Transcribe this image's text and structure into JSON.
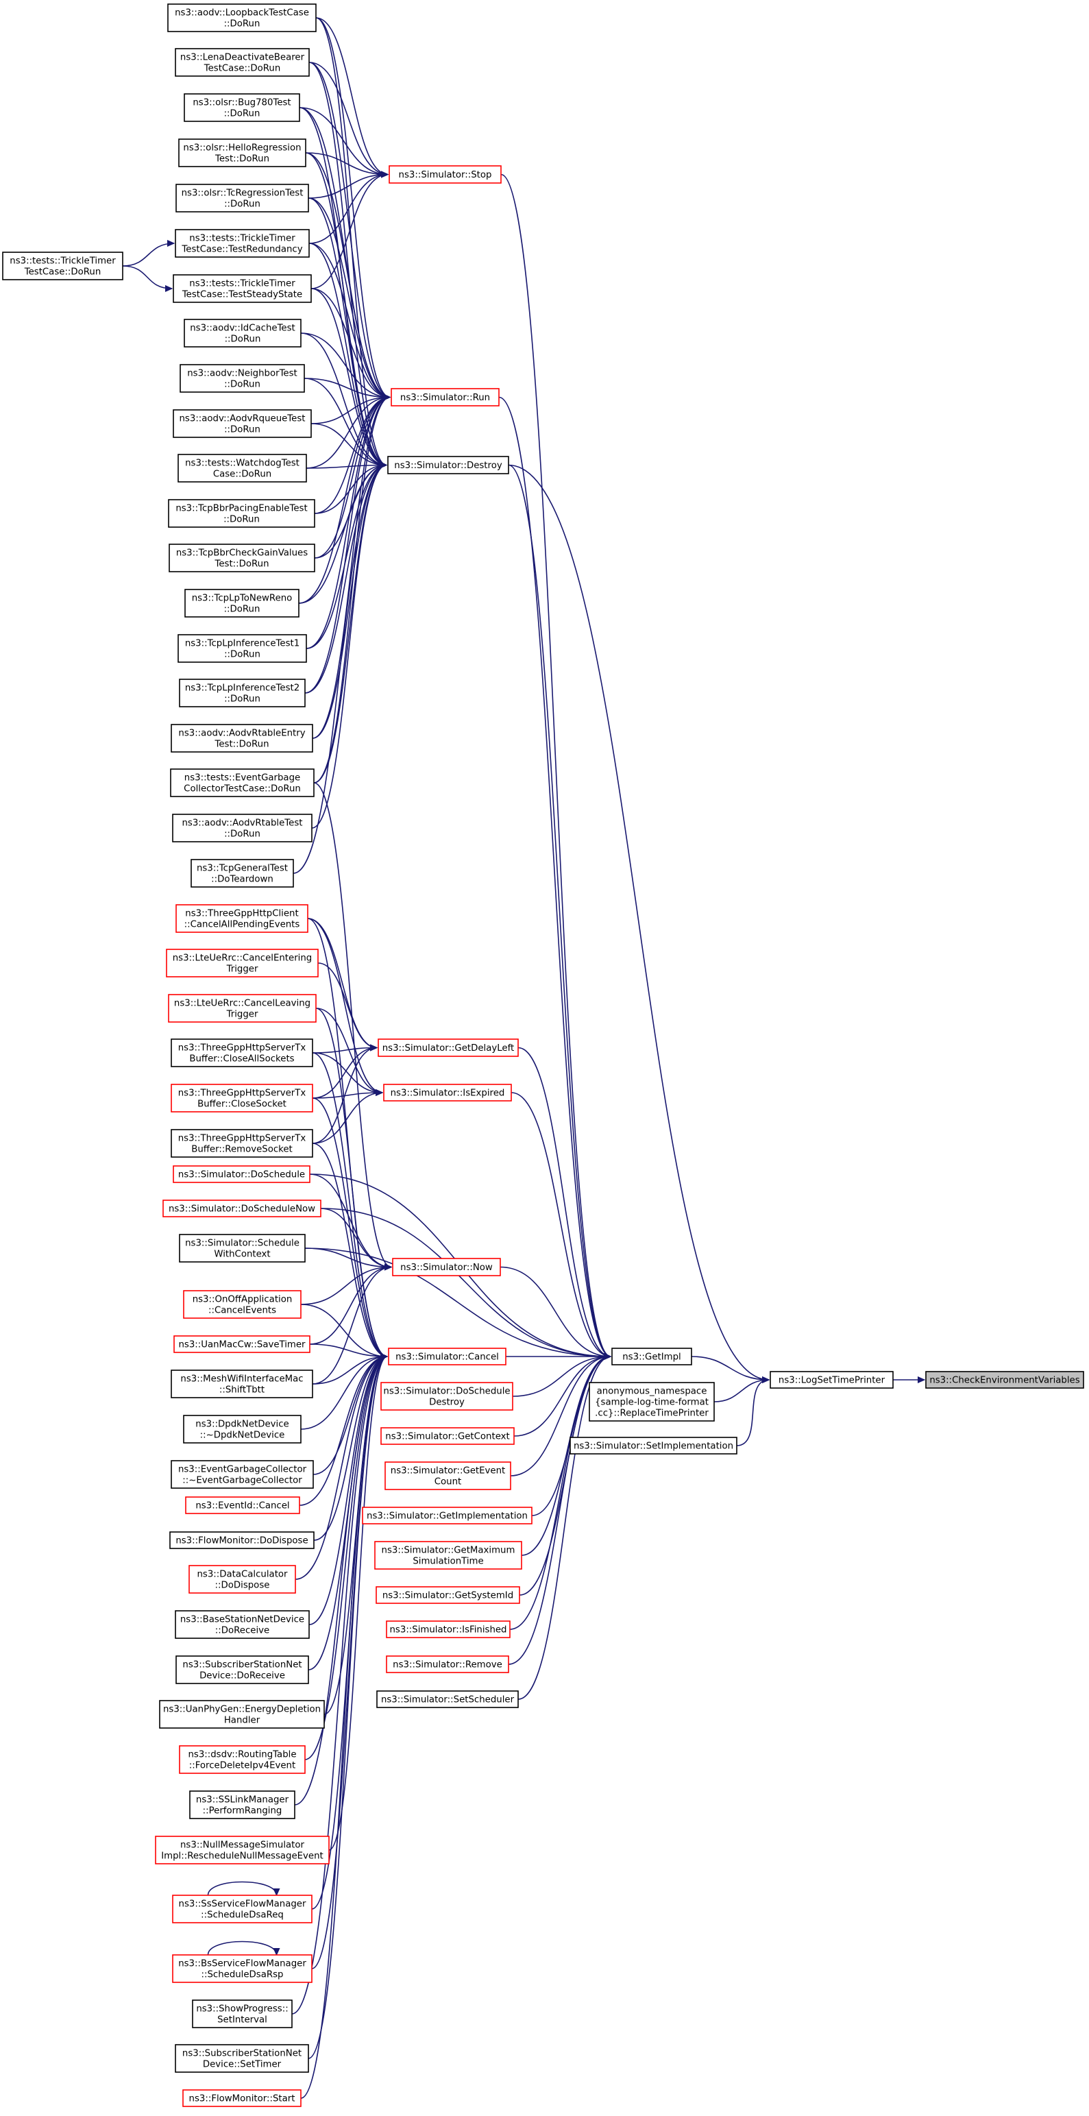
{
  "colors": {
    "edge": "#191970",
    "node_border": "#000000",
    "node_border_incomplete": "#ff0000",
    "root_fill": "#bfbfbf"
  },
  "nodes": [
    {
      "id": "check_env",
      "lines": [
        "ns3::CheckEnvironmentVariables"
      ],
      "style": "root"
    },
    {
      "id": "log_set_time_printer",
      "lines": [
        "ns3::LogSetTimePrinter"
      ],
      "style": "black"
    },
    {
      "id": "get_impl",
      "lines": [
        "ns3::GetImpl"
      ],
      "style": "black"
    },
    {
      "id": "replace_time_printer",
      "lines": [
        "anonymous_namespace",
        "{sample-log-time-format",
        ".cc}::ReplaceTimePrinter"
      ],
      "style": "black"
    },
    {
      "id": "set_implementation",
      "lines": [
        "ns3::Simulator::SetImplementation"
      ],
      "style": "black"
    },
    {
      "id": "sim_stop",
      "lines": [
        "ns3::Simulator::Stop"
      ],
      "style": "red"
    },
    {
      "id": "sim_run",
      "lines": [
        "ns3::Simulator::Run"
      ],
      "style": "red"
    },
    {
      "id": "sim_destroy",
      "lines": [
        "ns3::Simulator::Destroy"
      ],
      "style": "black"
    },
    {
      "id": "sim_get_delay_left",
      "lines": [
        "ns3::Simulator::GetDelayLeft"
      ],
      "style": "red"
    },
    {
      "id": "sim_is_expired",
      "lines": [
        "ns3::Simulator::IsExpired"
      ],
      "style": "red"
    },
    {
      "id": "sim_now",
      "lines": [
        "ns3::Simulator::Now"
      ],
      "style": "red"
    },
    {
      "id": "sim_cancel",
      "lines": [
        "ns3::Simulator::Cancel"
      ],
      "style": "red"
    },
    {
      "id": "sim_do_schedule_destroy",
      "lines": [
        "ns3::Simulator::DoSchedule",
        "Destroy"
      ],
      "style": "red"
    },
    {
      "id": "sim_get_context",
      "lines": [
        "ns3::Simulator::GetContext"
      ],
      "style": "red"
    },
    {
      "id": "sim_get_event_count",
      "lines": [
        "ns3::Simulator::GetEvent",
        "Count"
      ],
      "style": "red"
    },
    {
      "id": "sim_get_implementation",
      "lines": [
        "ns3::Simulator::GetImplementation"
      ],
      "style": "red"
    },
    {
      "id": "sim_get_max_sim_time",
      "lines": [
        "ns3::Simulator::GetMaximum",
        "SimulationTime"
      ],
      "style": "red"
    },
    {
      "id": "sim_get_system_id",
      "lines": [
        "ns3::Simulator::GetSystemId"
      ],
      "style": "red"
    },
    {
      "id": "sim_is_finished",
      "lines": [
        "ns3::Simulator::IsFinished"
      ],
      "style": "red"
    },
    {
      "id": "sim_remove",
      "lines": [
        "ns3::Simulator::Remove"
      ],
      "style": "red"
    },
    {
      "id": "sim_set_scheduler",
      "lines": [
        "ns3::Simulator::SetScheduler"
      ],
      "style": "black"
    },
    {
      "id": "sim_do_schedule",
      "lines": [
        "ns3::Simulator::DoSchedule"
      ],
      "style": "red"
    },
    {
      "id": "sim_do_schedule_now",
      "lines": [
        "ns3::Simulator::DoScheduleNow"
      ],
      "style": "red"
    },
    {
      "id": "sim_schedule_with_context",
      "lines": [
        "ns3::Simulator::Schedule",
        "WithContext"
      ],
      "style": "black"
    },
    {
      "id": "aodv_loopback",
      "lines": [
        "ns3::aodv::LoopbackTestCase",
        "::DoRun"
      ],
      "style": "black"
    },
    {
      "id": "lena_deactivate",
      "lines": [
        "ns3::LenaDeactivateBearer",
        "TestCase::DoRun"
      ],
      "style": "black"
    },
    {
      "id": "olsr_bug780",
      "lines": [
        "ns3::olsr::Bug780Test",
        "::DoRun"
      ],
      "style": "black"
    },
    {
      "id": "olsr_hello",
      "lines": [
        "ns3::olsr::HelloRegression",
        "Test::DoRun"
      ],
      "style": "black"
    },
    {
      "id": "olsr_tc",
      "lines": [
        "ns3::olsr::TcRegressionTest",
        "::DoRun"
      ],
      "style": "black"
    },
    {
      "id": "trickle_redundancy",
      "lines": [
        "ns3::tests::TrickleTimer",
        "TestCase::TestRedundancy"
      ],
      "style": "black"
    },
    {
      "id": "trickle_steady",
      "lines": [
        "ns3::tests::TrickleTimer",
        "TestCase::TestSteadyState"
      ],
      "style": "black"
    },
    {
      "id": "trickle_dorun",
      "lines": [
        "ns3::tests::TrickleTimer",
        "TestCase::DoRun"
      ],
      "style": "black"
    },
    {
      "id": "aodv_idcache",
      "lines": [
        "ns3::aodv::IdCacheTest",
        "::DoRun"
      ],
      "style": "black"
    },
    {
      "id": "aodv_neighbor",
      "lines": [
        "ns3::aodv::NeighborTest",
        "::DoRun"
      ],
      "style": "black"
    },
    {
      "id": "aodv_rqueue",
      "lines": [
        "ns3::aodv::AodvRqueueTest",
        "::DoRun"
      ],
      "style": "black"
    },
    {
      "id": "watchdog",
      "lines": [
        "ns3::tests::WatchdogTest",
        "Case::DoRun"
      ],
      "style": "black"
    },
    {
      "id": "tcp_bbr_pacing",
      "lines": [
        "ns3::TcpBbrPacingEnableTest",
        "::DoRun"
      ],
      "style": "black"
    },
    {
      "id": "tcp_bbr_gain",
      "lines": [
        "ns3::TcpBbrCheckGainValues",
        "Test::DoRun"
      ],
      "style": "black"
    },
    {
      "id": "tcp_lp_newreno",
      "lines": [
        "ns3::TcpLpToNewReno",
        "::DoRun"
      ],
      "style": "black"
    },
    {
      "id": "tcp_lp_inf1",
      "lines": [
        "ns3::TcpLpInferenceTest1",
        "::DoRun"
      ],
      "style": "black"
    },
    {
      "id": "tcp_lp_inf2",
      "lines": [
        "ns3::TcpLpInferenceTest2",
        "::DoRun"
      ],
      "style": "black"
    },
    {
      "id": "aodv_rtable_entry",
      "lines": [
        "ns3::aodv::AodvRtableEntry",
        "Test::DoRun"
      ],
      "style": "black"
    },
    {
      "id": "event_garbage_test",
      "lines": [
        "ns3::tests::EventGarbage",
        "CollectorTestCase::DoRun"
      ],
      "style": "black"
    },
    {
      "id": "aodv_rtable_test",
      "lines": [
        "ns3::aodv::AodvRtableTest",
        "::DoRun"
      ],
      "style": "black"
    },
    {
      "id": "tcp_general_teardown",
      "lines": [
        "ns3::TcpGeneralTest",
        "::DoTeardown"
      ],
      "style": "black"
    },
    {
      "id": "http_client_cancel",
      "lines": [
        "ns3::ThreeGppHttpClient",
        "::CancelAllPendingEvents"
      ],
      "style": "red"
    },
    {
      "id": "lte_cancel_entering",
      "lines": [
        "ns3::LteUeRrc::CancelEntering",
        "Trigger"
      ],
      "style": "red"
    },
    {
      "id": "lte_cancel_leaving",
      "lines": [
        "ns3::LteUeRrc::CancelLeaving",
        "Trigger"
      ],
      "style": "red"
    },
    {
      "id": "http_close_all",
      "lines": [
        "ns3::ThreeGppHttpServerTx",
        "Buffer::CloseAllSockets"
      ],
      "style": "black"
    },
    {
      "id": "http_close_socket",
      "lines": [
        "ns3::ThreeGppHttpServerTx",
        "Buffer::CloseSocket"
      ],
      "style": "red"
    },
    {
      "id": "http_remove_socket",
      "lines": [
        "ns3::ThreeGppHttpServerTx",
        "Buffer::RemoveSocket"
      ],
      "style": "black"
    },
    {
      "id": "onoff_cancel",
      "lines": [
        "ns3::OnOffApplication",
        "::CancelEvents"
      ],
      "style": "red"
    },
    {
      "id": "uan_save_timer",
      "lines": [
        "ns3::UanMacCw::SaveTimer"
      ],
      "style": "red"
    },
    {
      "id": "mesh_shift",
      "lines": [
        "ns3::MeshWifiInterfaceMac",
        "::ShiftTbtt"
      ],
      "style": "black"
    },
    {
      "id": "dpdk_dtor",
      "lines": [
        "ns3::DpdkNetDevice",
        "::~DpdkNetDevice"
      ],
      "style": "black"
    },
    {
      "id": "event_gc_dtor",
      "lines": [
        "ns3::EventGarbageCollector",
        "::~EventGarbageCollector"
      ],
      "style": "black"
    },
    {
      "id": "eventid_cancel",
      "lines": [
        "ns3::EventId::Cancel"
      ],
      "style": "red"
    },
    {
      "id": "flowmon_dispose",
      "lines": [
        "ns3::FlowMonitor::DoDispose"
      ],
      "style": "black"
    },
    {
      "id": "datacalc_dispose",
      "lines": [
        "ns3::DataCalculator",
        "::DoDispose"
      ],
      "style": "red"
    },
    {
      "id": "bs_receive",
      "lines": [
        "ns3::BaseStationNetDevice",
        "::DoReceive"
      ],
      "style": "black"
    },
    {
      "id": "ss_receive",
      "lines": [
        "ns3::SubscriberStationNet",
        "Device::DoReceive"
      ],
      "style": "black"
    },
    {
      "id": "uan_energy",
      "lines": [
        "ns3::UanPhyGen::EnergyDepletion",
        "Handler"
      ],
      "style": "black"
    },
    {
      "id": "dsdv_force",
      "lines": [
        "ns3::dsdv::RoutingTable",
        "::ForceDeleteIpv4Event"
      ],
      "style": "red"
    },
    {
      "id": "sslink_ranging",
      "lines": [
        "ns3::SSLinkManager",
        "::PerformRanging"
      ],
      "style": "black"
    },
    {
      "id": "nullmsg_resched",
      "lines": [
        "ns3::NullMessageSimulator",
        "Impl::RescheduleNullMessageEvent"
      ],
      "style": "red"
    },
    {
      "id": "ss_dsa_req",
      "lines": [
        "ns3::SsServiceFlowManager",
        "::ScheduleDsaReq"
      ],
      "style": "red"
    },
    {
      "id": "bs_dsa_rsp",
      "lines": [
        "ns3::BsServiceFlowManager",
        "::ScheduleDsaRsp"
      ],
      "style": "red"
    },
    {
      "id": "show_progress",
      "lines": [
        "ns3::ShowProgress::",
        "SetInterval"
      ],
      "style": "black"
    },
    {
      "id": "ss_set_timer",
      "lines": [
        "ns3::SubscriberStationNet",
        "Device::SetTimer"
      ],
      "style": "black"
    },
    {
      "id": "flowmon_start",
      "lines": [
        "ns3::FlowMonitor::Start"
      ],
      "style": "red"
    }
  ],
  "edges": [
    [
      "log_set_time_printer",
      "check_env"
    ],
    [
      "get_impl",
      "log_set_time_printer"
    ],
    [
      "replace_time_printer",
      "log_set_time_printer"
    ],
    [
      "set_implementation",
      "log_set_time_printer"
    ],
    [
      "sim_destroy",
      "log_set_time_printer"
    ],
    [
      "sim_stop",
      "get_impl"
    ],
    [
      "sim_run",
      "get_impl"
    ],
    [
      "sim_destroy",
      "get_impl"
    ],
    [
      "sim_get_delay_left",
      "get_impl"
    ],
    [
      "sim_is_expired",
      "get_impl"
    ],
    [
      "sim_do_schedule",
      "get_impl"
    ],
    [
      "sim_do_schedule_now",
      "get_impl"
    ],
    [
      "sim_now",
      "get_impl"
    ],
    [
      "sim_schedule_with_context",
      "get_impl"
    ],
    [
      "sim_cancel",
      "get_impl"
    ],
    [
      "sim_do_schedule_destroy",
      "get_impl"
    ],
    [
      "sim_get_context",
      "get_impl"
    ],
    [
      "sim_get_event_count",
      "get_impl"
    ],
    [
      "sim_get_implementation",
      "get_impl"
    ],
    [
      "sim_get_max_sim_time",
      "get_impl"
    ],
    [
      "sim_get_system_id",
      "get_impl"
    ],
    [
      "sim_is_finished",
      "get_impl"
    ],
    [
      "sim_remove",
      "get_impl"
    ],
    [
      "sim_set_scheduler",
      "get_impl"
    ],
    [
      "aodv_loopback",
      "sim_stop"
    ],
    [
      "aodv_loopback",
      "sim_run"
    ],
    [
      "aodv_loopback",
      "sim_destroy"
    ],
    [
      "lena_deactivate",
      "sim_stop"
    ],
    [
      "lena_deactivate",
      "sim_run"
    ],
    [
      "lena_deactivate",
      "sim_destroy"
    ],
    [
      "olsr_bug780",
      "sim_stop"
    ],
    [
      "olsr_bug780",
      "sim_run"
    ],
    [
      "olsr_bug780",
      "sim_destroy"
    ],
    [
      "olsr_hello",
      "sim_stop"
    ],
    [
      "olsr_hello",
      "sim_run"
    ],
    [
      "olsr_hello",
      "sim_destroy"
    ],
    [
      "olsr_tc",
      "sim_stop"
    ],
    [
      "olsr_tc",
      "sim_run"
    ],
    [
      "olsr_tc",
      "sim_destroy"
    ],
    [
      "trickle_redundancy",
      "sim_stop"
    ],
    [
      "trickle_redundancy",
      "sim_run"
    ],
    [
      "trickle_redundancy",
      "sim_destroy"
    ],
    [
      "trickle_steady",
      "sim_stop"
    ],
    [
      "trickle_steady",
      "sim_run"
    ],
    [
      "trickle_steady",
      "sim_destroy"
    ],
    [
      "trickle_dorun",
      "trickle_redundancy"
    ],
    [
      "trickle_dorun",
      "trickle_steady"
    ],
    [
      "aodv_idcache",
      "sim_run"
    ],
    [
      "aodv_idcache",
      "sim_destroy"
    ],
    [
      "aodv_neighbor",
      "sim_run"
    ],
    [
      "aodv_neighbor",
      "sim_destroy"
    ],
    [
      "aodv_rqueue",
      "sim_run"
    ],
    [
      "aodv_rqueue",
      "sim_destroy"
    ],
    [
      "watchdog",
      "sim_run"
    ],
    [
      "watchdog",
      "sim_destroy"
    ],
    [
      "tcp_bbr_pacing",
      "sim_run"
    ],
    [
      "tcp_bbr_pacing",
      "sim_destroy"
    ],
    [
      "tcp_bbr_gain",
      "sim_run"
    ],
    [
      "tcp_bbr_gain",
      "sim_destroy"
    ],
    [
      "tcp_lp_newreno",
      "sim_run"
    ],
    [
      "tcp_lp_newreno",
      "sim_destroy"
    ],
    [
      "tcp_lp_inf1",
      "sim_run"
    ],
    [
      "tcp_lp_inf1",
      "sim_destroy"
    ],
    [
      "tcp_lp_inf2",
      "sim_run"
    ],
    [
      "tcp_lp_inf2",
      "sim_destroy"
    ],
    [
      "aodv_rtable_entry",
      "sim_run"
    ],
    [
      "aodv_rtable_entry",
      "sim_destroy"
    ],
    [
      "event_garbage_test",
      "sim_run"
    ],
    [
      "event_garbage_test",
      "sim_destroy"
    ],
    [
      "event_garbage_test",
      "sim_now"
    ],
    [
      "aodv_rtable_test",
      "sim_destroy"
    ],
    [
      "tcp_general_teardown",
      "sim_destroy"
    ],
    [
      "http_client_cancel",
      "sim_get_delay_left"
    ],
    [
      "http_client_cancel",
      "sim_is_expired"
    ],
    [
      "http_client_cancel",
      "sim_cancel"
    ],
    [
      "lte_cancel_entering",
      "sim_get_delay_left"
    ],
    [
      "lte_cancel_leaving",
      "sim_is_expired"
    ],
    [
      "lte_cancel_leaving",
      "sim_cancel"
    ],
    [
      "http_close_all",
      "sim_get_delay_left"
    ],
    [
      "http_close_all",
      "sim_is_expired"
    ],
    [
      "http_close_all",
      "sim_cancel"
    ],
    [
      "http_close_socket",
      "sim_get_delay_left"
    ],
    [
      "http_close_socket",
      "sim_is_expired"
    ],
    [
      "http_close_socket",
      "sim_cancel"
    ],
    [
      "http_remove_socket",
      "sim_get_delay_left"
    ],
    [
      "http_remove_socket",
      "sim_is_expired"
    ],
    [
      "http_remove_socket",
      "sim_cancel"
    ],
    [
      "sim_do_schedule",
      "sim_now"
    ],
    [
      "sim_do_schedule_now",
      "sim_now"
    ],
    [
      "sim_schedule_with_context",
      "sim_now"
    ],
    [
      "onoff_cancel",
      "sim_now"
    ],
    [
      "onoff_cancel",
      "sim_cancel"
    ],
    [
      "uan_save_timer",
      "sim_now"
    ],
    [
      "uan_save_timer",
      "sim_cancel"
    ],
    [
      "mesh_shift",
      "sim_now"
    ],
    [
      "mesh_shift",
      "sim_cancel"
    ],
    [
      "dpdk_dtor",
      "sim_cancel"
    ],
    [
      "event_gc_dtor",
      "sim_cancel"
    ],
    [
      "eventid_cancel",
      "sim_cancel"
    ],
    [
      "flowmon_dispose",
      "sim_cancel"
    ],
    [
      "datacalc_dispose",
      "sim_cancel"
    ],
    [
      "bs_receive",
      "sim_cancel"
    ],
    [
      "ss_receive",
      "sim_cancel"
    ],
    [
      "uan_energy",
      "sim_cancel"
    ],
    [
      "dsdv_force",
      "sim_cancel"
    ],
    [
      "sslink_ranging",
      "sim_cancel"
    ],
    [
      "nullmsg_resched",
      "sim_cancel"
    ],
    [
      "ss_dsa_req",
      "sim_cancel"
    ],
    [
      "bs_dsa_rsp",
      "sim_cancel"
    ],
    [
      "show_progress",
      "sim_cancel"
    ],
    [
      "ss_set_timer",
      "sim_cancel"
    ],
    [
      "flowmon_start",
      "sim_cancel"
    ],
    [
      "ss_dsa_req",
      "ss_dsa_req"
    ],
    [
      "bs_dsa_rsp",
      "bs_dsa_rsp"
    ]
  ]
}
